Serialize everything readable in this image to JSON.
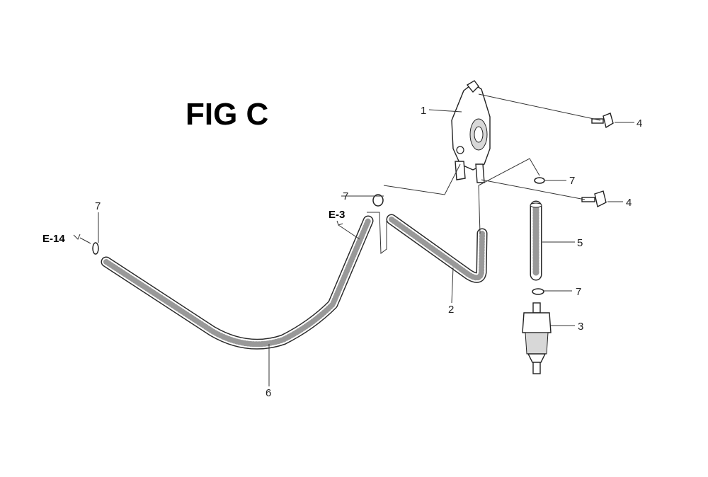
{
  "figure": {
    "title": "FIG C",
    "callouts": {
      "pump": "1",
      "hose_short": "2",
      "filter": "3",
      "bolt_top": "4",
      "bolt_bottom": "4",
      "hose_straight": "5",
      "hose_long": "6",
      "clip_pump": "7",
      "clip_hose_end": "7",
      "clip_filter_top": "7",
      "clip_left": "7"
    },
    "refs": {
      "left": "E-14",
      "middle": "E-3"
    }
  }
}
